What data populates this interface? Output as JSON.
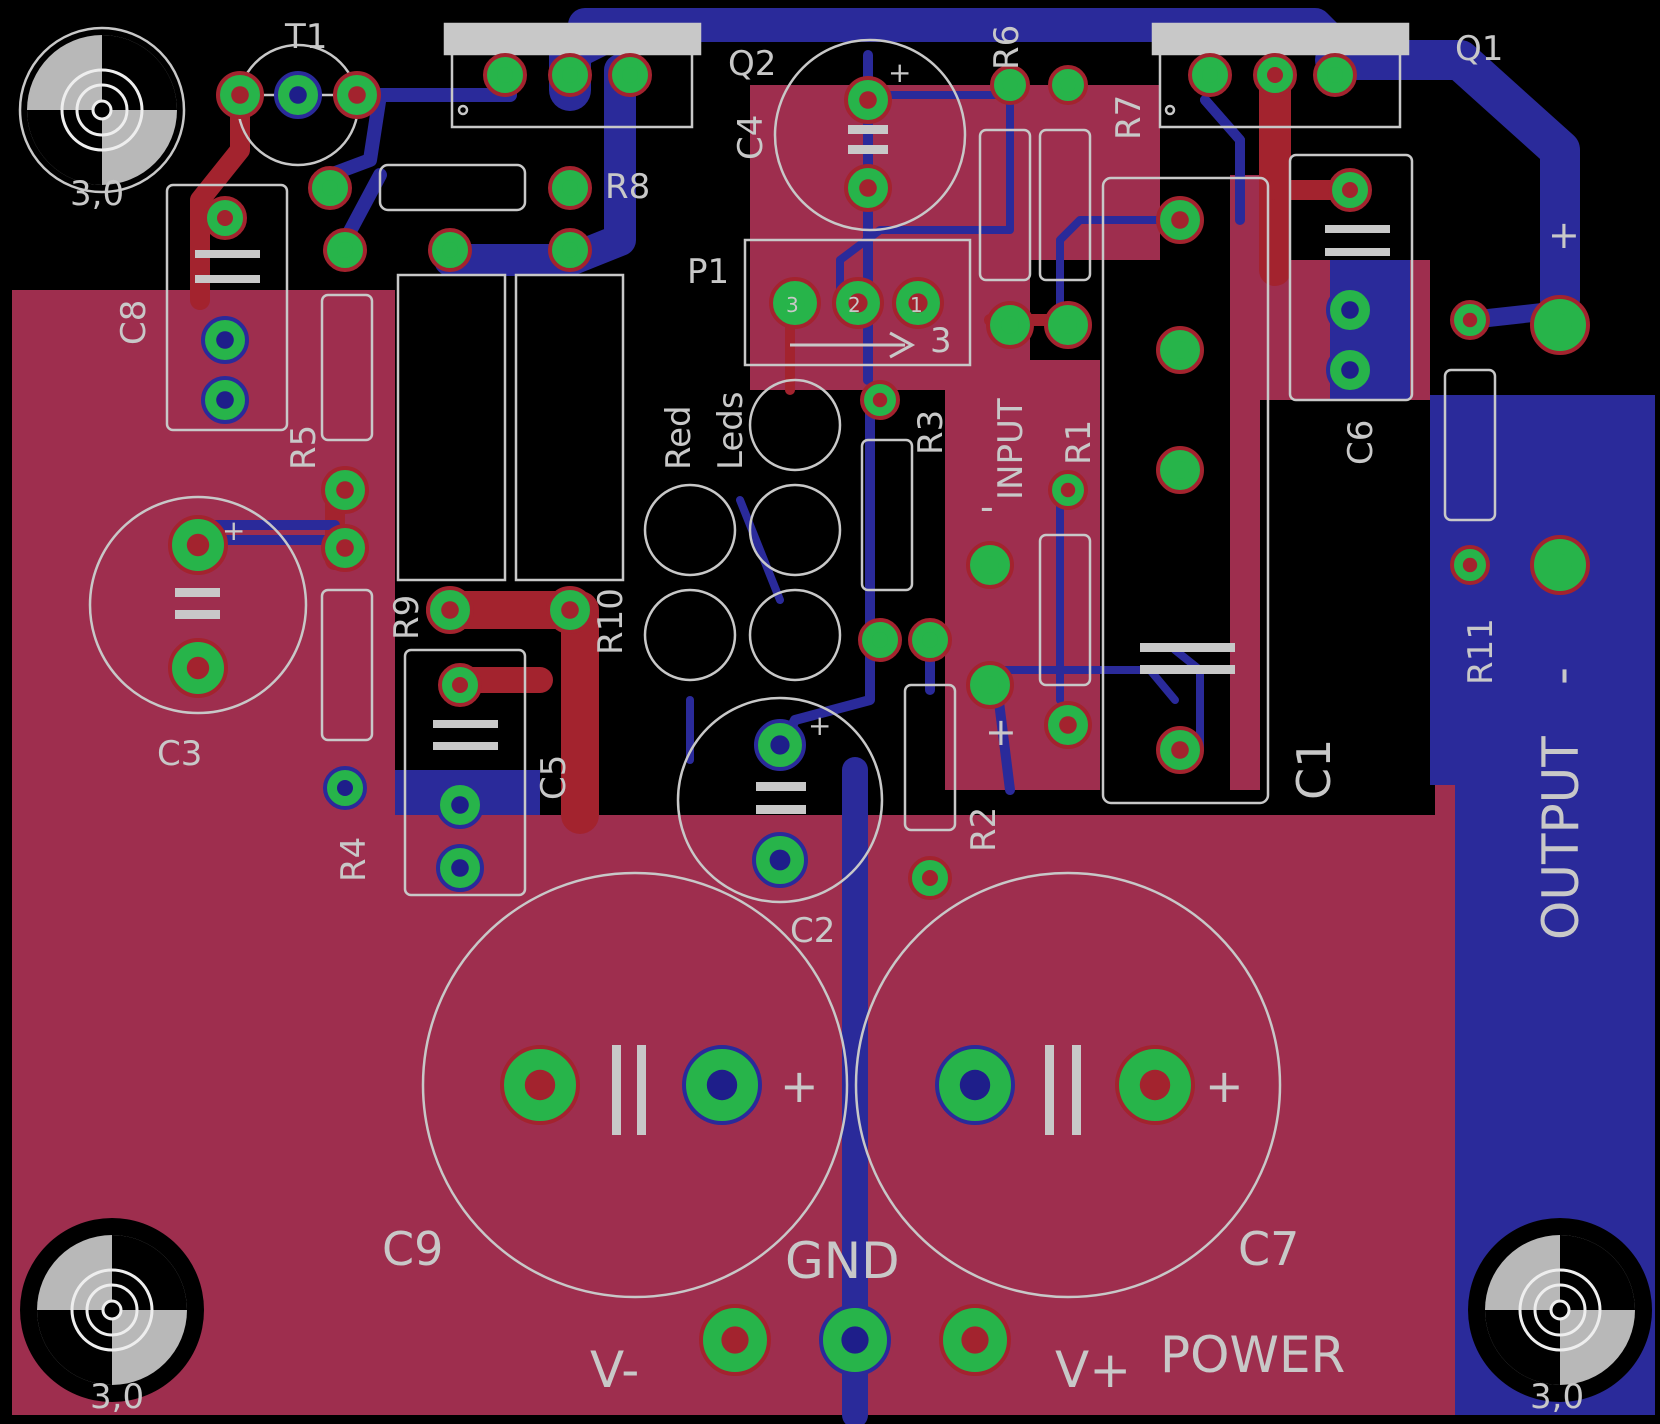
{
  "colors": {
    "background": "#000000",
    "top_copper": "#9e2e4e",
    "top_trace": "#a3232e",
    "bottom_copper": "#2a2a9a",
    "pad": "#27b44a",
    "silk": "#c8c8c8",
    "drill": "#1e1e8a"
  },
  "labels": {
    "T1": "T1",
    "Q2": "Q2",
    "R6": "R6",
    "Q1": "Q1",
    "C4": "C4",
    "R7": "R7",
    "R8": "R8",
    "P1": "P1",
    "C8": "C8",
    "R5": "R5",
    "R3": "R3",
    "R1": "R1",
    "C6": "C6",
    "red": "Red",
    "leds": "Leds",
    "input": "INPUT",
    "input_minus": "-",
    "input_plus": "+",
    "plus_top": "+",
    "C3": "C3",
    "R9": "R9",
    "R10": "R10",
    "C5": "C5",
    "R4": "R4",
    "C2": "C2",
    "R2": "R2",
    "C1": "C1",
    "R11": "R11",
    "output": "OUTPUT",
    "output_minus": "-",
    "C9": "C9",
    "C7": "C7",
    "gnd": "GND",
    "v_minus": "V-",
    "v_plus": "V+",
    "power": "POWER",
    "hole_tl": "3,0",
    "hole_bl": "3,0",
    "hole_br": "3,0",
    "p1_pin3": "3",
    "p1_pin2": "2",
    "p1_pin1": "1",
    "p1_num": "3"
  }
}
